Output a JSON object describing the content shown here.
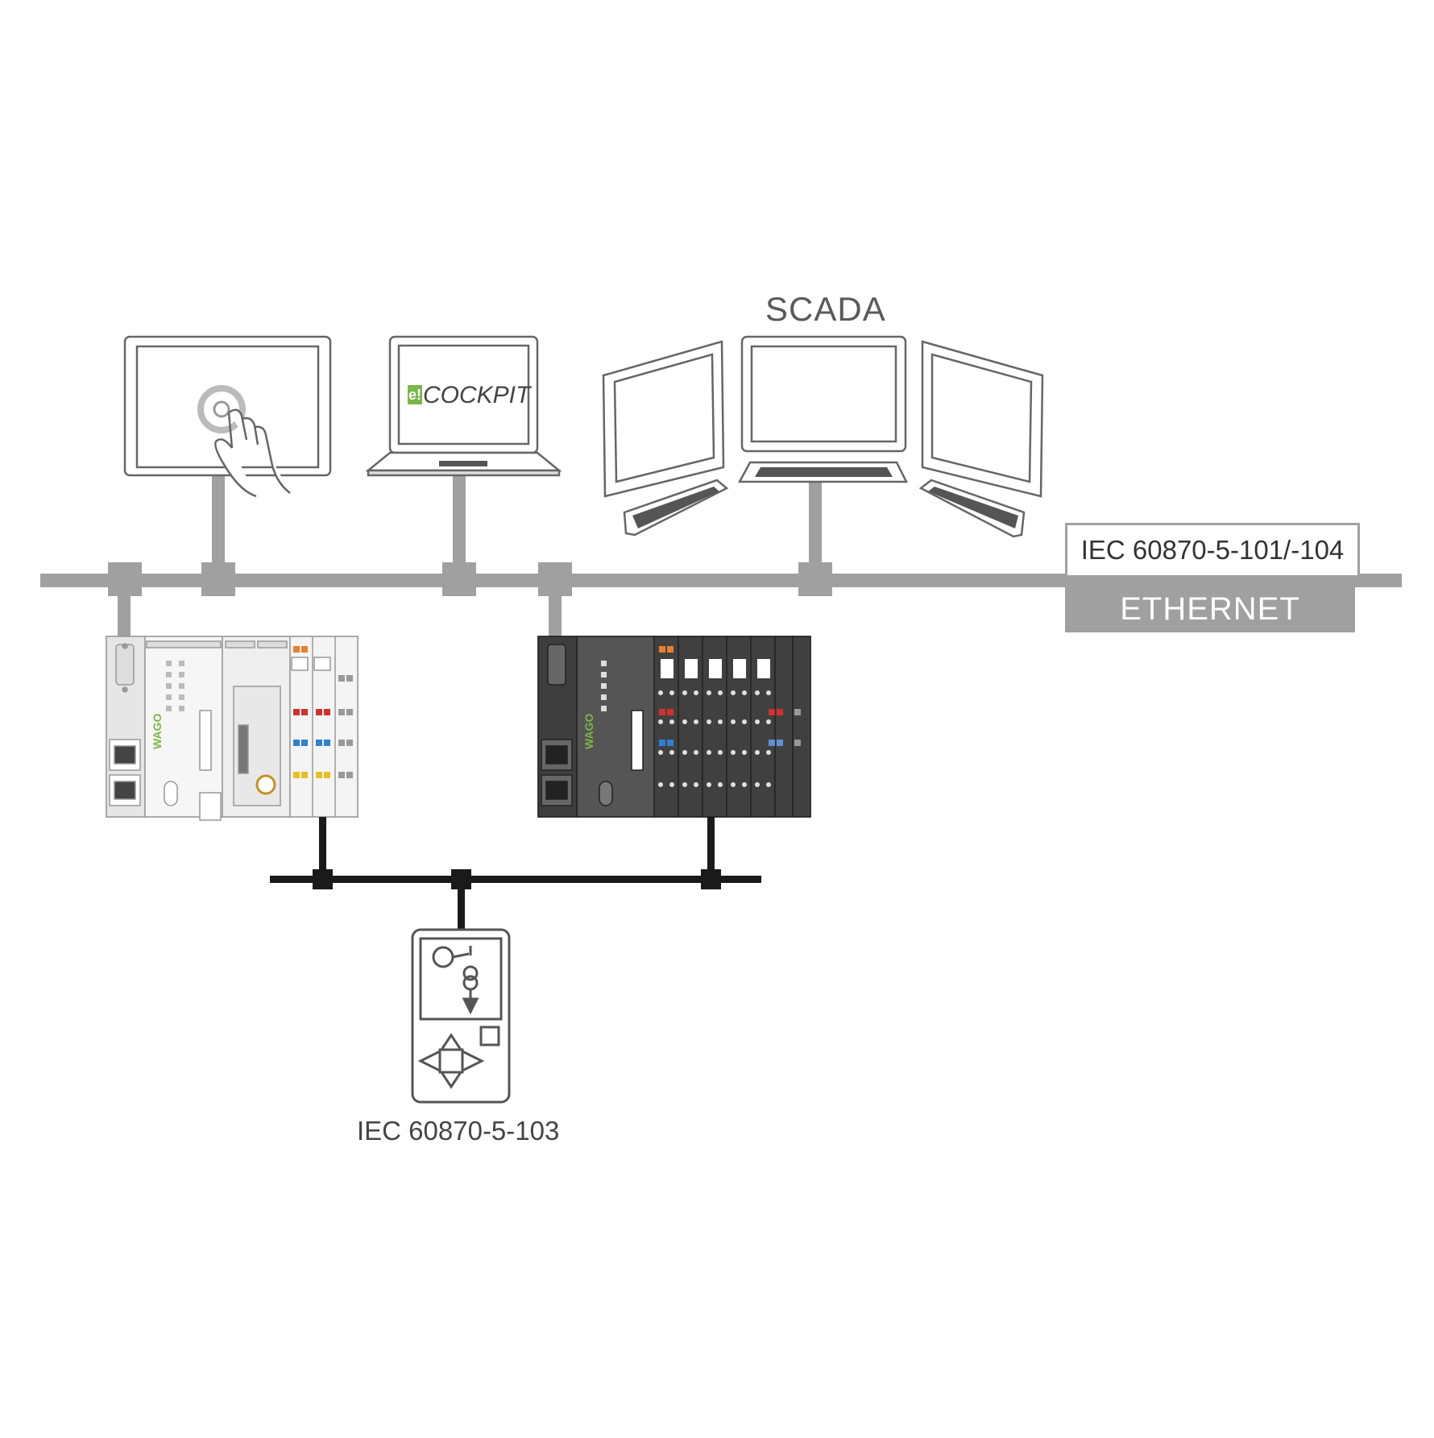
{
  "labels": {
    "scada": "SCADA",
    "protocol_top": "IEC 60870-5-101/-104",
    "network": "ETHERNET",
    "protocol_bottom": "IEC 60870-5-103",
    "cockpit_app": "COCKPIT",
    "cockpit_badge": "e!"
  },
  "colors": {
    "ethernet": "#a0a0a0",
    "fieldbus": "#1a1a1a",
    "brand_green": "#7ab648",
    "outline": "#666666"
  },
  "icons": [
    "touch-panel-icon",
    "laptop-icon",
    "scada-monitor-icon",
    "plc-controller-icon",
    "protection-relay-icon"
  ]
}
